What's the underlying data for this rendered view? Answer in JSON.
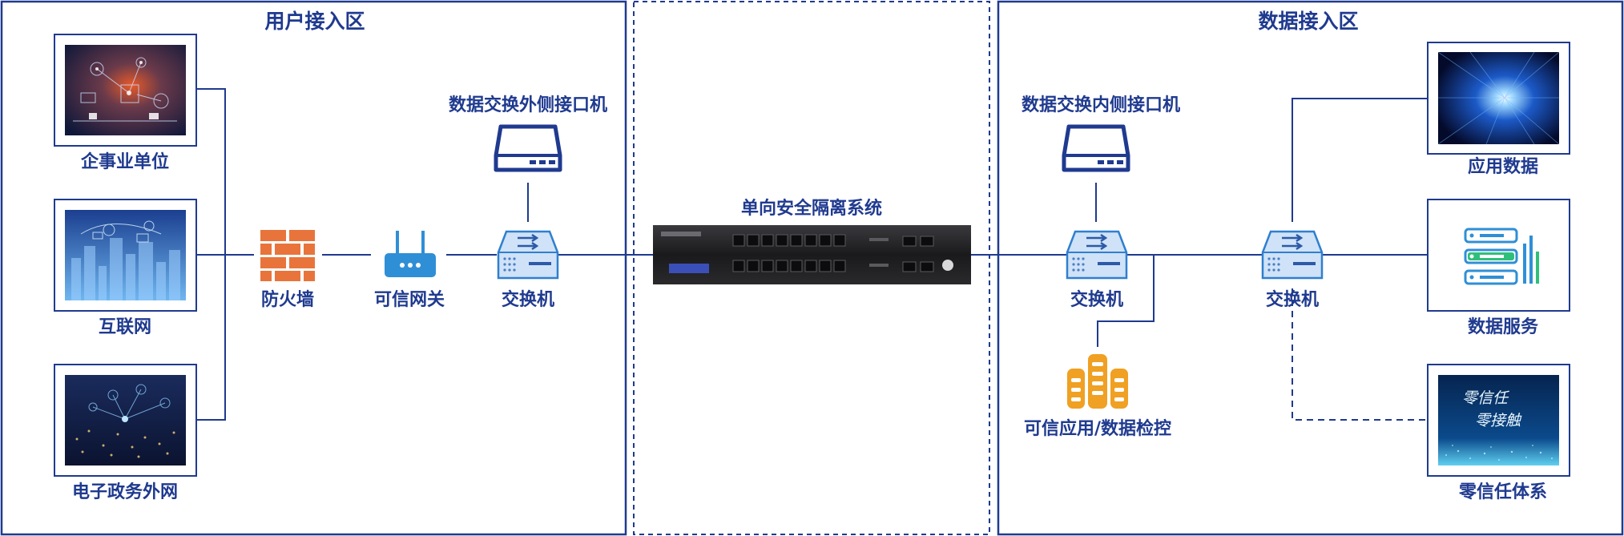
{
  "zones": {
    "user": "用户接入区",
    "data": "数据接入区"
  },
  "left": {
    "enterprise": "企事业单位",
    "internet": "互联网",
    "egov": "电子政务外网",
    "firewall": "防火墙",
    "gateway": "可信网关",
    "switch": "交换机",
    "outer_machine": "数据交换外侧接口机"
  },
  "center": {
    "system": "单向安全隔离系统"
  },
  "right": {
    "inner_machine": "数据交换内侧接口机",
    "switch_a": "交换机",
    "switch_b": "交换机",
    "monitor": "可信应用/数据检控",
    "app_data": "应用数据",
    "data_service": "数据服务",
    "zero_trust": "零信任体系",
    "zero_trust_img_line1": "零信任",
    "zero_trust_img_line2": "零接触"
  },
  "colors": {
    "line": "#1f3a8f",
    "firewall": "#e8743b",
    "router": "#2f8fd6",
    "switch_fill": "#cfe2f7",
    "monitor": "#f0a022",
    "device": "#1c1c1e"
  },
  "icons": {
    "firewall": "firewall-icon",
    "gateway": "router-icon",
    "switch": "switch-icon",
    "server": "server-icon",
    "monitor": "monitor-stack-icon",
    "data_service": "server-rack-icon"
  }
}
